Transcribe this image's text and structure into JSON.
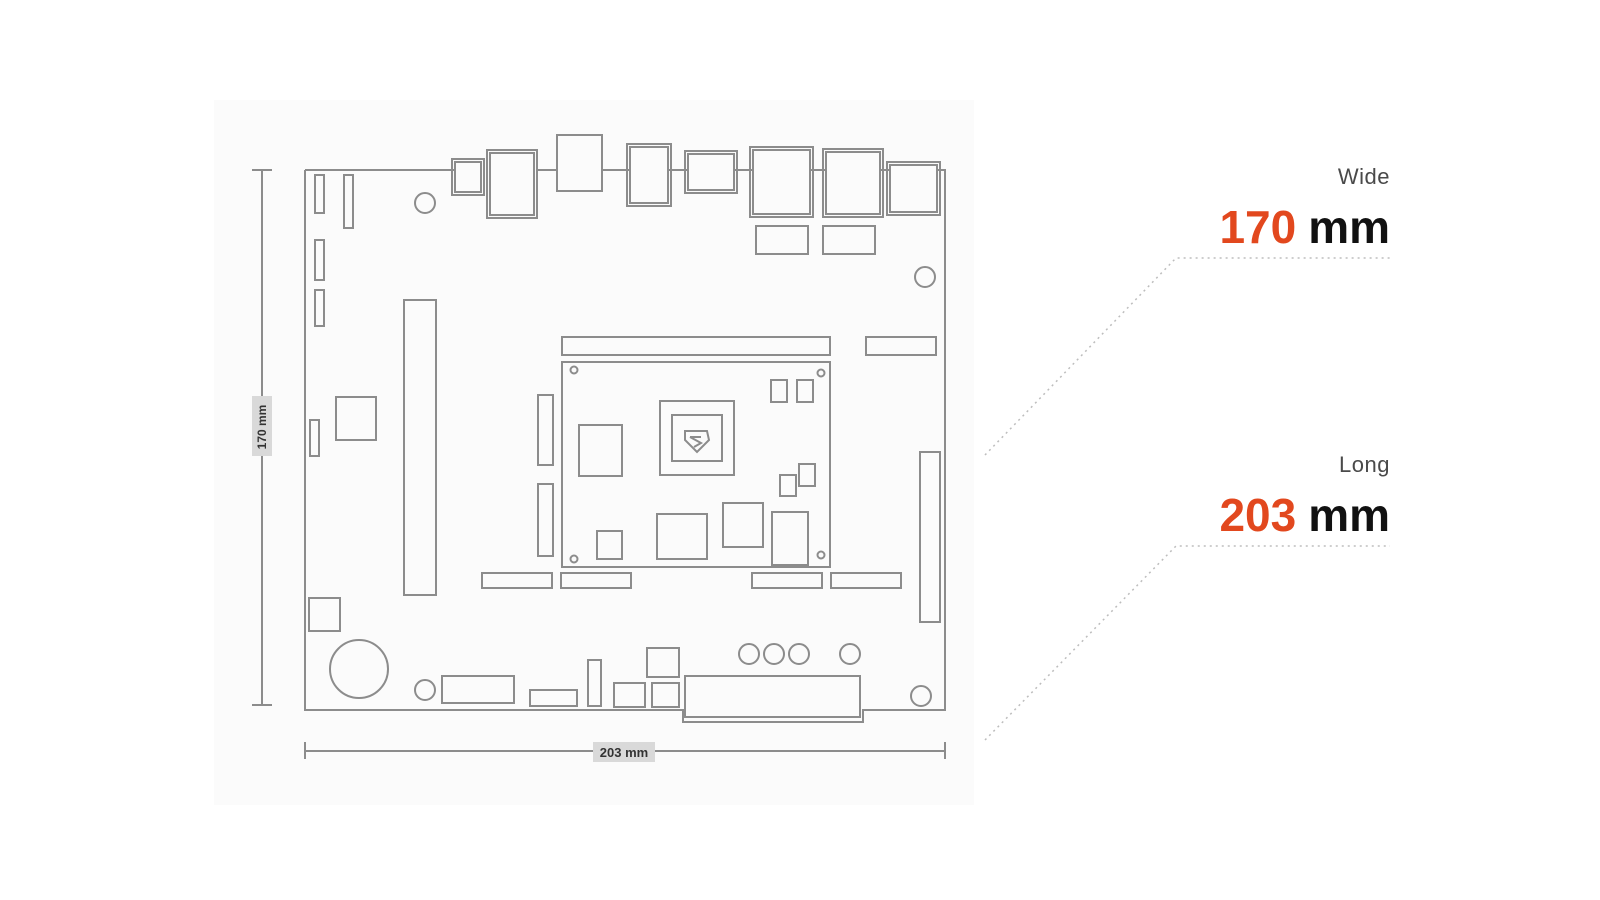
{
  "diagram": {
    "height_label": "170 mm",
    "width_label": "203 mm",
    "chip_logo": "processor-logo"
  },
  "specs": [
    {
      "label": "Wide",
      "value": "170",
      "unit": "mm"
    },
    {
      "label": "Long",
      "value": "203",
      "unit": "mm"
    }
  ],
  "colors": {
    "accent": "#e2481e",
    "outline": "#8c8c8c",
    "label_bg": "#d9d9d9",
    "panel": "#fbfbfb"
  }
}
